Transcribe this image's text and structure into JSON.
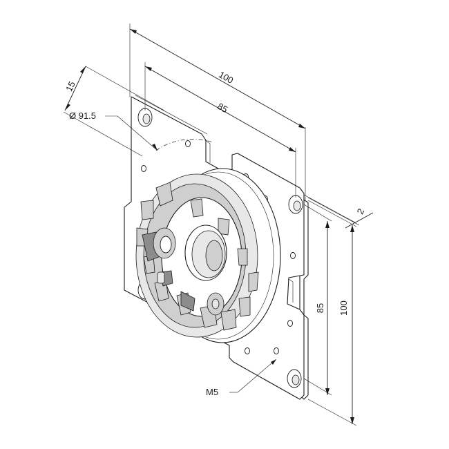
{
  "drawing": {
    "dimensions": {
      "width_outer": "100",
      "width_holes": "85",
      "height_outer": "100",
      "height_holes": "85",
      "offset": "15",
      "thickness": "2",
      "diameter": "Ø 91.5",
      "thread": "M5"
    }
  }
}
